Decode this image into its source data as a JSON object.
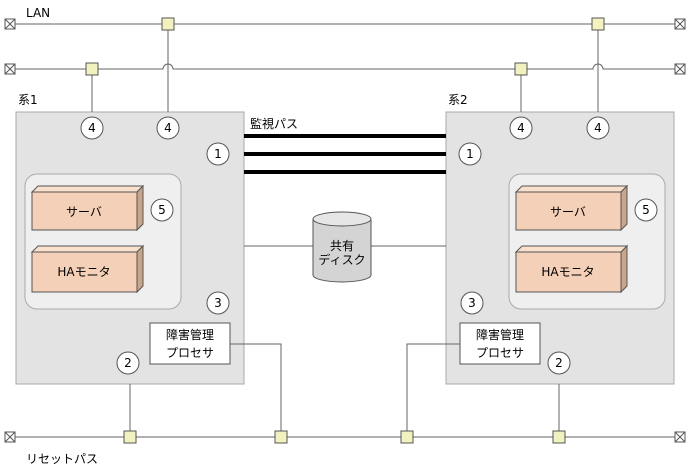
{
  "lan_label": "LAN",
  "reset_path_label": "リセットパス",
  "monitor_path_label": "監視パス",
  "system1": {
    "label": "系1",
    "server_label": "サーバ",
    "ha_monitor_label": "HAモニタ",
    "fault_processor_line1": "障害管理",
    "fault_processor_line2": "プロセサ"
  },
  "system2": {
    "label": "系2",
    "server_label": "サーバ",
    "ha_monitor_label": "HAモニタ",
    "fault_processor_line1": "障害管理",
    "fault_processor_line2": "プロセサ"
  },
  "shared_disk": {
    "line1": "共有",
    "line2": "ディスク"
  },
  "markers": {
    "m1": "1",
    "m2": "2",
    "m3": "3",
    "m4": "4",
    "m5": "5"
  },
  "colors": {
    "system_box": "#e3e3e3",
    "component_fill": "#f5d0b8",
    "inner_panel": "#efefef",
    "connector": "#f2f2c0"
  }
}
